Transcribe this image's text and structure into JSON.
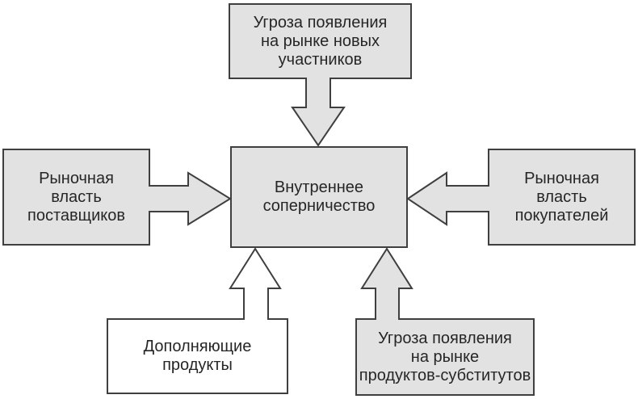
{
  "diagram": {
    "colors": {
      "box_fill": "#e2e2e2",
      "border": "#3f3f3f",
      "white_fill": "#ffffff",
      "text": "#262626"
    },
    "boxes": {
      "new_entrants": {
        "label": "Угроза появления\nна рынке новых\nучастников",
        "fill": "gray"
      },
      "suppliers": {
        "label": "Рыночная\nвласть\nпоставщиков",
        "fill": "gray"
      },
      "rivalry": {
        "label": "Внутреннее\nсоперничество",
        "fill": "gray"
      },
      "buyers": {
        "label": "Рыночная\nвласть\nпокупателей",
        "fill": "gray"
      },
      "complements": {
        "label": "Дополняющие\nпродукты",
        "fill": "white"
      },
      "substitutes": {
        "label": "Угроза появления\nна рынке\nпродуктов-субститутов",
        "fill": "gray"
      }
    },
    "arrows": [
      {
        "from": "new_entrants",
        "to": "rivalry",
        "direction": "down",
        "fill": "gray"
      },
      {
        "from": "suppliers",
        "to": "rivalry",
        "direction": "right",
        "fill": "gray"
      },
      {
        "from": "buyers",
        "to": "rivalry",
        "direction": "left",
        "fill": "gray"
      },
      {
        "from": "complements",
        "to": "rivalry",
        "direction": "up",
        "fill": "white"
      },
      {
        "from": "substitutes",
        "to": "rivalry",
        "direction": "up",
        "fill": "gray"
      }
    ]
  }
}
